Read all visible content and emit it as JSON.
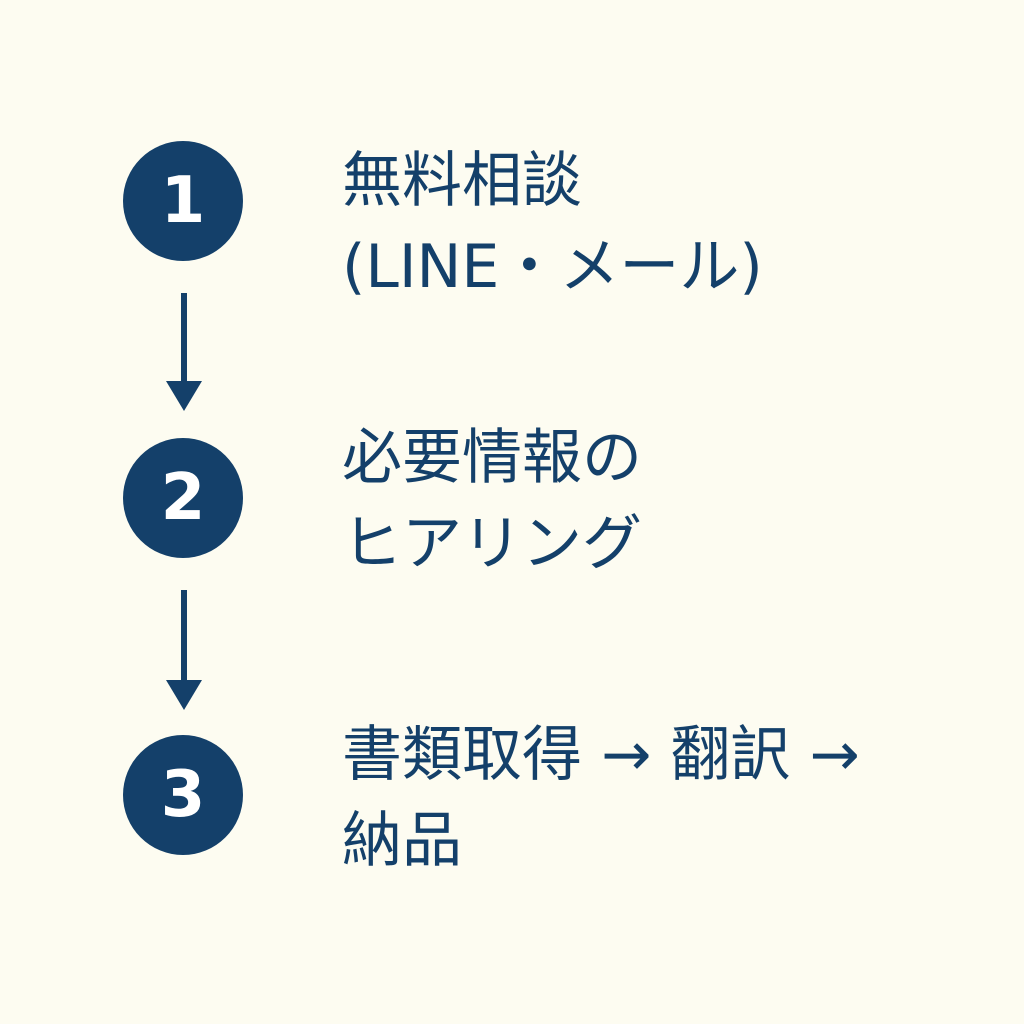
{
  "steps": [
    {
      "number": "1",
      "lines": [
        "無料相談",
        "(LINE・メール)"
      ]
    },
    {
      "number": "2",
      "lines": [
        "必要情報の",
        "ヒアリング"
      ]
    },
    {
      "number": "3",
      "lines": [
        "書類取得 → 翻訳 →",
        "納品"
      ]
    }
  ],
  "colors": {
    "accent": "#14406a",
    "background": "#fdfcf1",
    "circle_text": "#ffffff"
  }
}
